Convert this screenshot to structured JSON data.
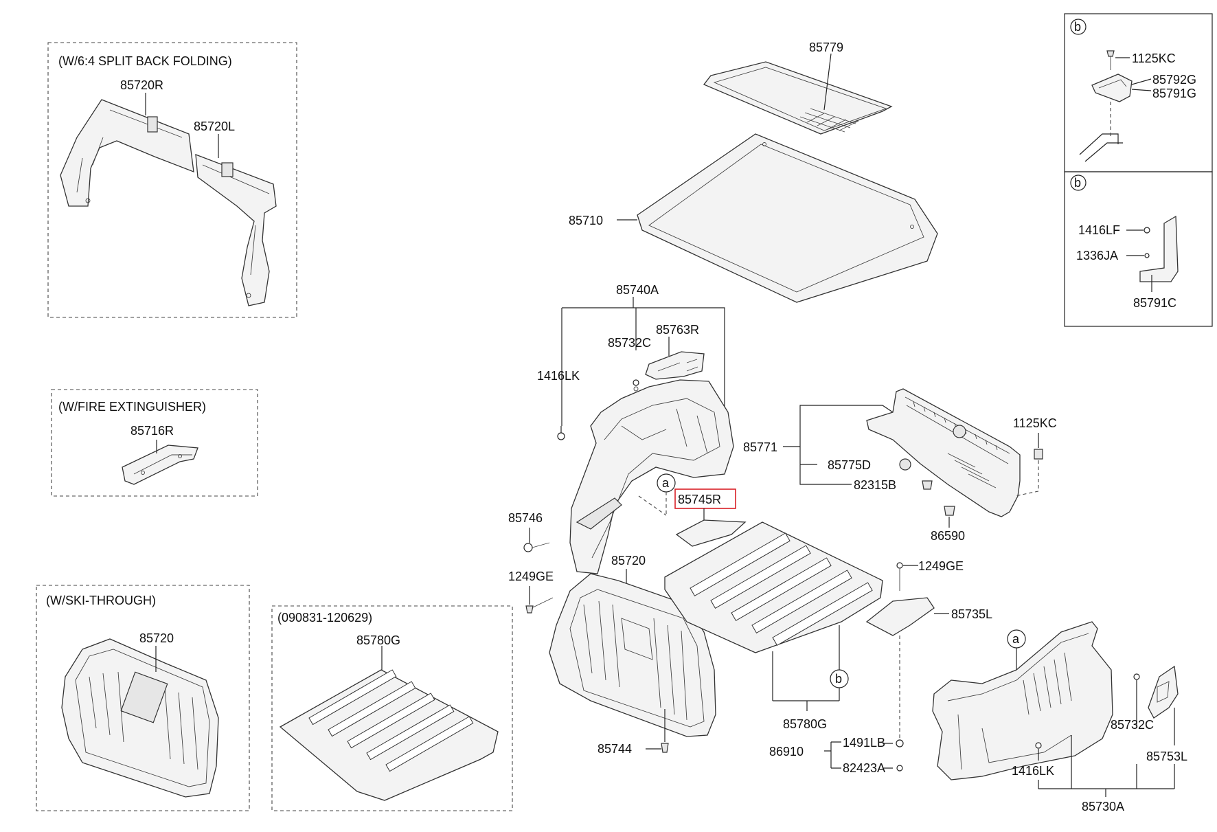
{
  "insets": {
    "split_back_folding": "(W/6:4 SPLIT BACK FOLDING)",
    "fire_extinguisher": "(W/FIRE EXTINGUISHER)",
    "ski_through": "(W/SKI-THROUGH)",
    "date_range": "(090831-120629)"
  },
  "callouts": {
    "a": "a",
    "b": "b"
  },
  "labels": {
    "p85720R": "85720R",
    "p85720L": "85720L",
    "p85716R": "85716R",
    "p85720_ski": "85720",
    "p85780G_inset": "85780G",
    "p85779": "85779",
    "p85710": "85710",
    "p85740A": "85740A",
    "p85763R": "85763R",
    "p85732C_top": "85732C",
    "p1416LK_top": "1416LK",
    "p85745R": "85745R",
    "p85746": "85746",
    "p1249GE_left": "1249GE",
    "p85720_main": "85720",
    "p85744": "85744",
    "p85771": "85771",
    "p85775D": "85775D",
    "p82315B": "82315B",
    "p1125KC_mid": "1125KC",
    "p86590": "86590",
    "p1249GE_right": "1249GE",
    "p85735L": "85735L",
    "p85780G_main": "85780G",
    "p86910": "86910",
    "p1491LB": "1491LB",
    "p82423A": "82423A",
    "p85732C_bot": "85732C",
    "p85753L": "85753L",
    "p1416LK_bot": "1416LK",
    "p85730A": "85730A",
    "p1125KC_top": "1125KC",
    "p85792G": "85792G",
    "p85791G": "85791G",
    "p1416LF": "1416LF",
    "p1336JA": "1336JA",
    "p85791C": "85791C"
  },
  "highlight_color": "#d81f26"
}
